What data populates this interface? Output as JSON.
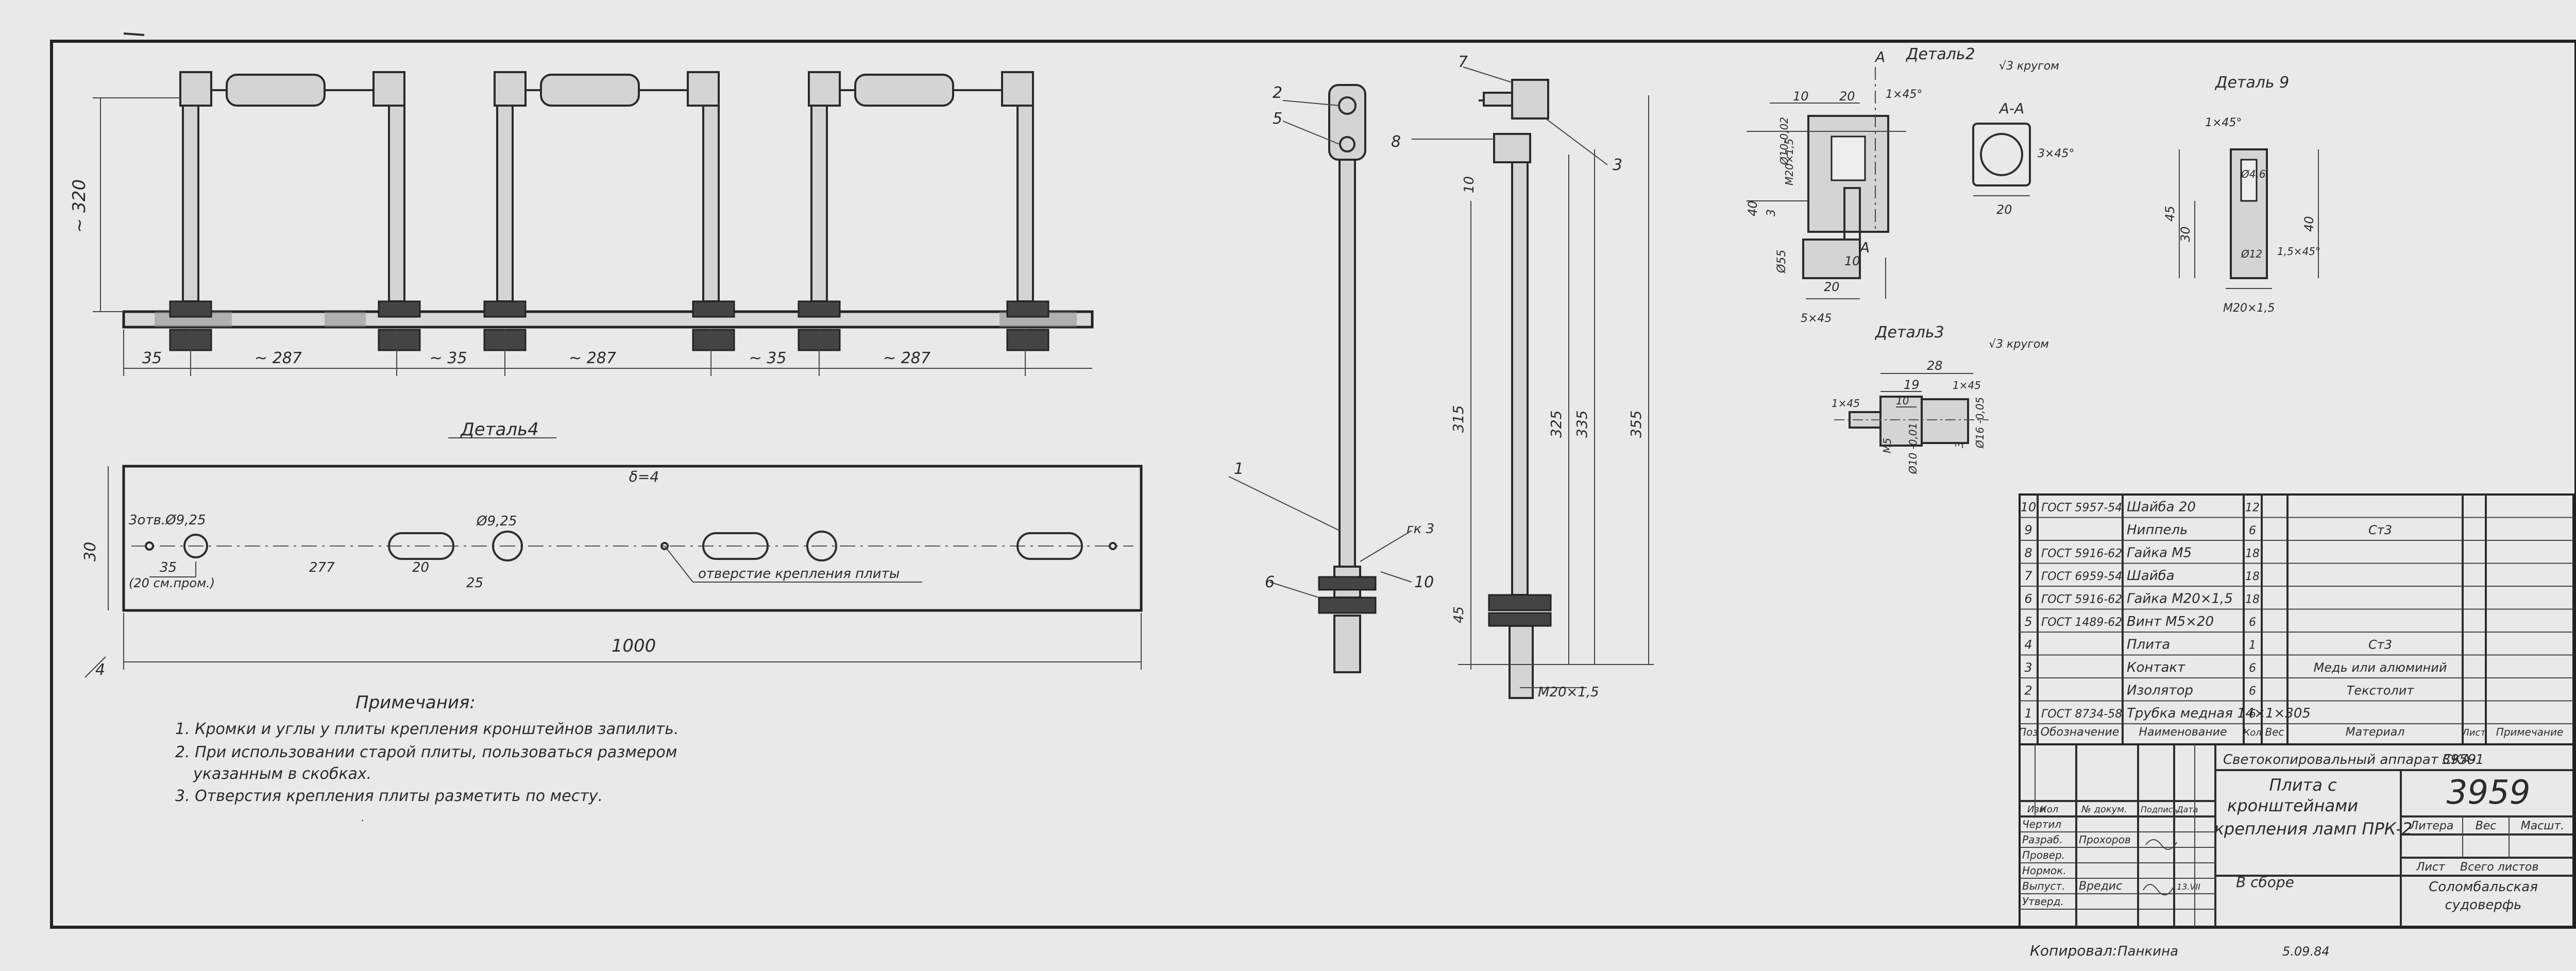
{
  "views": {
    "top_dims": {
      "height": "~ 320",
      "d1": "35",
      "d2": "~ 287",
      "d3": "~ 35",
      "d4": "~ 287",
      "d5": "~ 35",
      "d6": "~ 287"
    },
    "detail4": {
      "title": "Деталь4",
      "thickness": "δ=4",
      "holes": "3отв.Ø9,25",
      "hole2": "Ø9,25",
      "d35": "35",
      "d_from_edge": "(20 см.пром.)",
      "d277": "277",
      "d20": "20",
      "d25": "25",
      "width": "30",
      "length": "1000",
      "callout": "отверстие крепления плиты",
      "pos": "4"
    },
    "side": {
      "labels": [
        "1",
        "2",
        "5",
        "6",
        "8",
        "10",
        "7",
        "3"
      ],
      "weld": "гк 3",
      "d315": "315",
      "d325": "325",
      "d335": "335",
      "d355": "355",
      "d45": "45",
      "d10": "10",
      "thread": "М20×1,5"
    },
    "detail2": {
      "title": "Деталь2",
      "note": "√3 кругом",
      "section": "А-А",
      "a": "А",
      "d10": "10",
      "d20": "20",
      "d40": "40",
      "d3": "3",
      "chamfer": "1×45°",
      "d_m20": "М20×1,5",
      "d_bore": "Ø10-0,02",
      "d_outer": "Ø55",
      "d_bot10": "10",
      "d_bot20": "20",
      "d_5x45": "5×45",
      "sec_w": "20",
      "sec_ch": "3×45°"
    },
    "detail3": {
      "title": "Деталь3",
      "note": "√3 кругом",
      "d28": "28",
      "d19": "19",
      "d10": "10",
      "ch1": "1×45",
      "ch2": "1×45",
      "d_m5": "М5",
      "d_pin": "Ø10 -0,01",
      "d_head": "Ø16 -0,05",
      "d3": "3",
      "d_len": "М5"
    },
    "detail9": {
      "title": "Деталь 9",
      "ch": "1×45°",
      "d_inner": "Ø4,6",
      "d45": "45",
      "d30": "30",
      "d40": "40",
      "d12": "Ø12",
      "ch2": "1,5×45°",
      "thread": "М20×1,5"
    }
  },
  "notes": {
    "title": "Примечания:",
    "items": [
      "1. Кромки и углы у плиты крепления кронштейнов запилить.",
      "2. При использовании старой плиты, пользоваться размером",
      "указанным в скобках.",
      "3. Отверстия крепления плиты разметить по месту."
    ]
  },
  "bom": {
    "rows": [
      {
        "pos": "10",
        "designation": "ГОСТ 5957-54",
        "name": "Шайба 20",
        "qty": "12",
        "weight": "",
        "material": "",
        "sheet": "",
        "note": ""
      },
      {
        "pos": "9",
        "designation": "",
        "name": "Ниппель",
        "qty": "6",
        "weight": "",
        "material": "Ст3",
        "sheet": "",
        "note": ""
      },
      {
        "pos": "8",
        "designation": "ГОСТ 5916-62",
        "name": "Гайка М5",
        "qty": "18",
        "weight": "",
        "material": "",
        "sheet": "",
        "note": ""
      },
      {
        "pos": "7",
        "designation": "ГОСТ 6959-54",
        "name": "Шайба",
        "qty": "18",
        "weight": "",
        "material": "",
        "sheet": "",
        "note": ""
      },
      {
        "pos": "6",
        "designation": "ГОСТ 5916-62",
        "name": "Гайка М20×1,5",
        "qty": "18",
        "weight": "",
        "material": "",
        "sheet": "",
        "note": ""
      },
      {
        "pos": "5",
        "designation": "ГОСТ 1489-62",
        "name": "Винт М5×20",
        "qty": "6",
        "weight": "",
        "material": "",
        "sheet": "",
        "note": ""
      },
      {
        "pos": "4",
        "designation": "",
        "name": "Плита",
        "qty": "1",
        "weight": "",
        "material": "Ст3",
        "sheet": "",
        "note": ""
      },
      {
        "pos": "3",
        "designation": "",
        "name": "Контакт",
        "qty": "6",
        "weight": "",
        "material": "Медь или алюминий",
        "sheet": "",
        "note": ""
      },
      {
        "pos": "2",
        "designation": "",
        "name": "Изолятор",
        "qty": "6",
        "weight": "",
        "material": "Текстолит",
        "sheet": "",
        "note": ""
      },
      {
        "pos": "1",
        "designation": "ГОСТ 8734-58",
        "name": "Трубка медная 14×1×305",
        "qty": "6",
        "weight": "",
        "material": "",
        "sheet": "",
        "note": ""
      }
    ],
    "headers": {
      "pos": "Поз",
      "designation": "Обозначение",
      "name": "Наименование",
      "qty": "Кол",
      "weight": "Вес",
      "material": "Материал",
      "sheet": "Лист",
      "note": "Примечание"
    }
  },
  "title_block": {
    "device": "Светокопировальный аппарат СКА-1",
    "stamp_small": "3959",
    "doc_title_1": "Плита с",
    "doc_title_2": "кронштейнами",
    "doc_title_3": "крепления ламп ПРК-2",
    "subtitle": "В сборе",
    "number": "3959",
    "hdr_change": "Изм",
    "hdr_sheet": "Кол",
    "hdr_doc": "№ докум.",
    "hdr_sign": "Подпись",
    "hdr_date": "Дата",
    "r_drew": "Чертил",
    "r_dev": "Разраб.",
    "r_check": "Провер.",
    "r_norm": "Нормок.",
    "r_issue": "Выпуст.",
    "r_appr": "Утверд.",
    "name_dev": "Прохоров",
    "name_issue": "Вредис",
    "date_issue": "13.VII",
    "litera": "Литера",
    "ves": "Вес",
    "massh": "Масшт.",
    "list": "Лист",
    "vsego": "Всего листов",
    "org_1": "Соломбальская",
    "org_2": "судоверфь"
  },
  "footer": {
    "copied": "Копировал:",
    "copier": "Панкина",
    "date": "5.09.84"
  }
}
